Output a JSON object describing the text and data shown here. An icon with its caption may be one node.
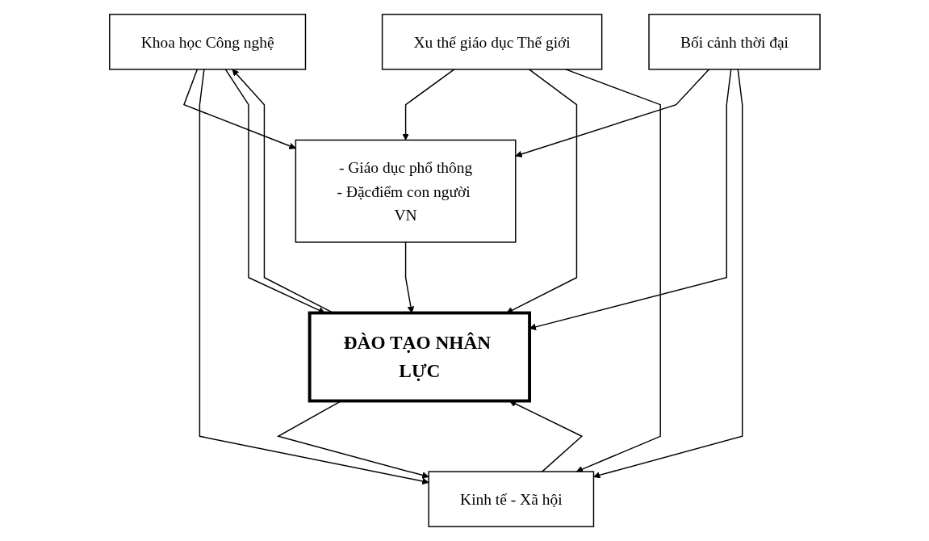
{
  "diagram": {
    "nodes": [
      {
        "text": [
          "Khoa học Công nghệ"
        ]
      },
      {
        "text": [
          "- Giáo dục phổ thông",
          "- Đặcđiểm con người VN"
        ]
      },
      {
        "text": [
          "ĐÀO TẠO NHÂN LỰC"
        ]
      },
      {
        "text": [
          "Kinh tế - Xã hội"
        ]
      },
      {
        "text": [
          "Xu thế giáo dục Thế giới"
        ]
      },
      {
        "text": [
          "Bối cảnh thời đại"
        ]
      }
    ],
    "edges": [
      {
        "from": 0,
        "to": 1,
        "arrow": "to"
      },
      {
        "from": 0,
        "to": 3,
        "arrow": "to"
      },
      {
        "from": 0,
        "to": 2,
        "arrow": "to"
      },
      {
        "from": 2,
        "to": 0,
        "arrow": "to"
      },
      {
        "from": 1,
        "to": 2,
        "arrow": "to"
      },
      {
        "from": 2,
        "to": 3,
        "arrow": "to"
      },
      {
        "from": 3,
        "to": 2,
        "arrow": "to"
      },
      {
        "from": 4,
        "to": 1,
        "arrow": "to"
      },
      {
        "from": 4,
        "to": 2,
        "arrow": "to"
      },
      {
        "from": 4,
        "to": 3,
        "arrow": "to"
      },
      {
        "from": 5,
        "to": 1,
        "arrow": "to"
      },
      {
        "from": 5,
        "to": 2,
        "arrow": "to"
      },
      {
        "from": 5,
        "to": 3,
        "arrow": "to"
      }
    ]
  }
}
